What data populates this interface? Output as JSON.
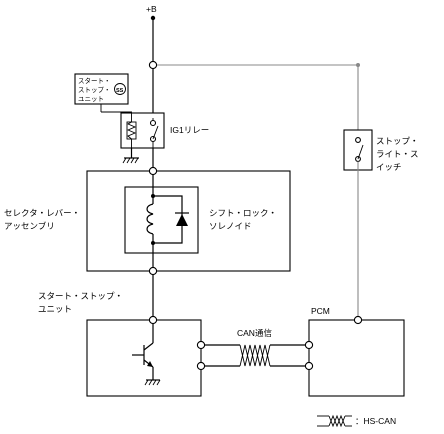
{
  "labels": {
    "power": "+B",
    "ss_switch_1": "スタート・",
    "ss_switch_2": "ストップ・",
    "ss_switch_3": "ユニット",
    "ss_symbol": "SS",
    "ig1_relay": "IG1リレー",
    "stop_light_1": "ストップ・",
    "stop_light_2": "ライト・ス",
    "stop_light_3": "イッチ",
    "selector_1": "セレクタ・レバー・",
    "selector_2": "アッセンブリ",
    "shift_lock_1": "シフト・ロック・",
    "shift_lock_2": "ソレノイド",
    "ss_unit_1": "スタート・ストップ・",
    "ss_unit_2": "ユニット",
    "pcm": "PCM",
    "can": "CAN通信",
    "legend": "：HS-CAN"
  },
  "colors": {
    "line": "#000000",
    "signal": "#888888",
    "background": "#ffffff"
  }
}
